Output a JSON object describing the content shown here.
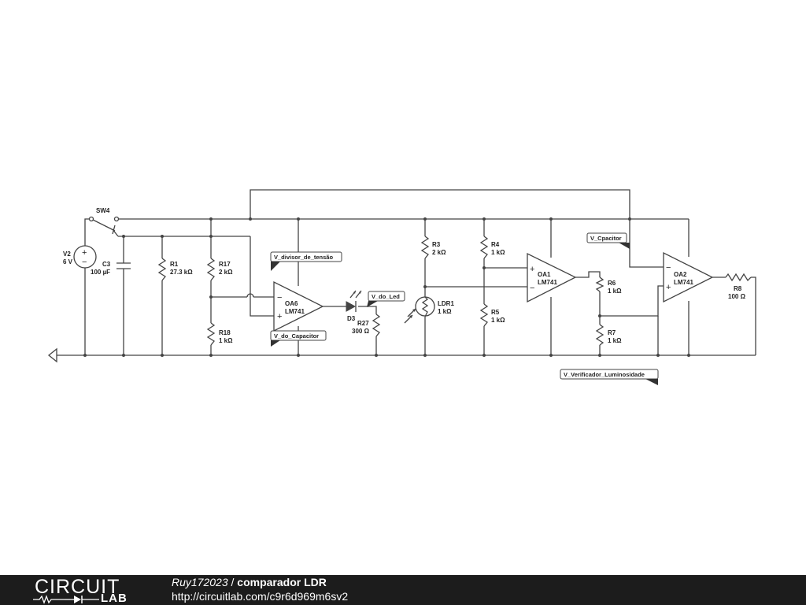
{
  "schematic": {
    "components": {
      "sw4": "SW4",
      "v2_name": "V2",
      "v2_value": "6 V",
      "c3_name": "C3",
      "c3_value": "100 µF",
      "r1_name": "R1",
      "r1_value": "27.3 kΩ",
      "r17_name": "R17",
      "r17_value": "2 kΩ",
      "r18_name": "R18",
      "r18_value": "1 kΩ",
      "oa6_name": "OA6",
      "oa6_model": "LM741",
      "d3_name": "D3",
      "r27_name": "R27",
      "r27_value": "300 Ω",
      "r3_name": "R3",
      "r3_value": "2 kΩ",
      "ldr1_name": "LDR1",
      "ldr1_value": "1 kΩ",
      "r4_name": "R4",
      "r4_value": "1 kΩ",
      "r5_name": "R5",
      "r5_value": "1 kΩ",
      "oa1_name": "OA1",
      "oa1_model": "LM741",
      "r6_name": "R6",
      "r6_value": "1 kΩ",
      "r7_name": "R7",
      "r7_value": "1 kΩ",
      "oa2_name": "OA2",
      "oa2_model": "LM741",
      "r8_name": "R8",
      "r8_value": "100 Ω"
    },
    "probes": {
      "divisor": "V_divisor_de_tensão",
      "capacitor": "V_do_Capacitor",
      "led": "V_do_Led",
      "cpacitor": "V_Cpacitor",
      "verificador": "V_Verificador_Luminosidade"
    },
    "symbols": {
      "plus": "+",
      "minus": "−"
    }
  },
  "footer": {
    "logo_top": "CIRCUIT",
    "logo_bottom": "LAB",
    "author": "Ruy172023",
    "separator": " / ",
    "title": "comparador LDR",
    "url": "http://circuitlab.com/c9r6d969m6sv2"
  }
}
